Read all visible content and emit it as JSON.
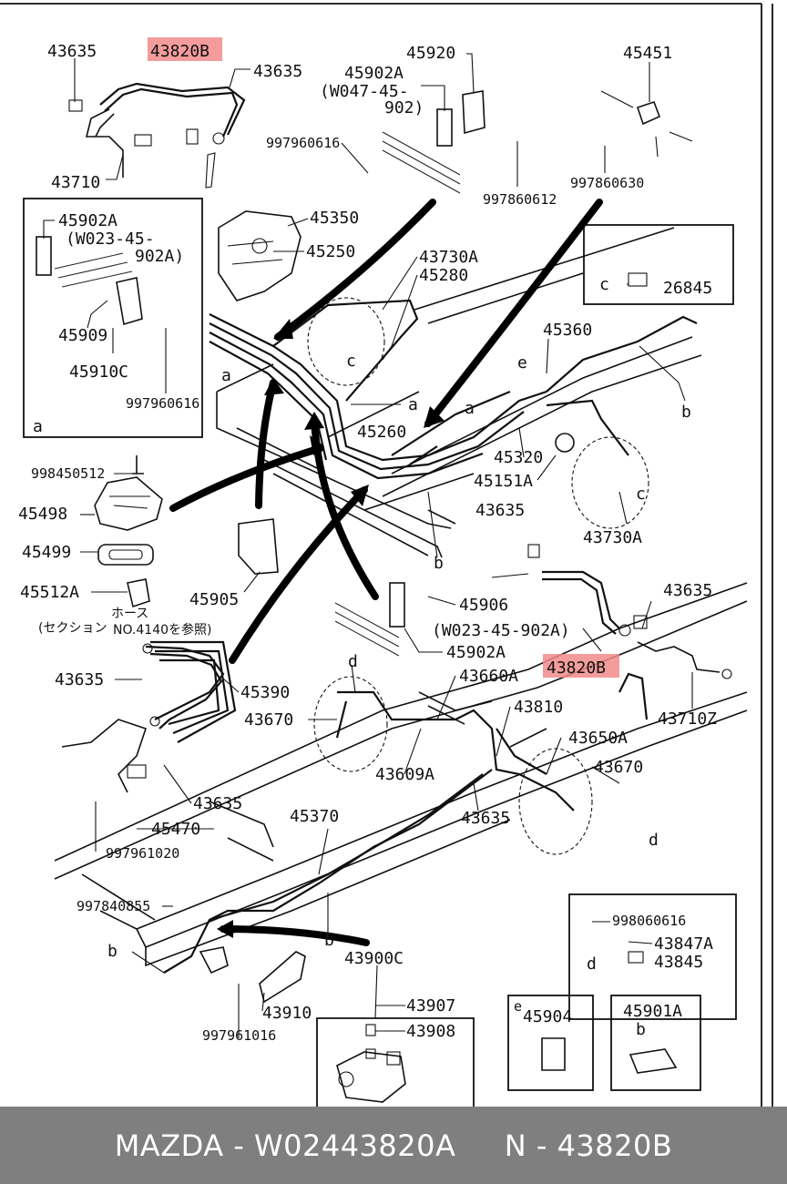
{
  "labels": {
    "l43635_a": "43635",
    "l43820b_top": "43820B",
    "l43635_b": "43635",
    "l43710": "43710",
    "l45920": "45920",
    "l45902a_top": "45902A",
    "l_w047_1": "(W047-45-",
    "l_w047_2": "902)",
    "l997960616_top": "997960616",
    "l997860612": "997860612",
    "l45451": "45451",
    "l997860630": "997860630",
    "l45902a_box": "45902A",
    "l_w023_1": "(W023-45-",
    "l_w023_2": "902A)",
    "l45909": "45909",
    "l45910c": "45910C",
    "l997960616_box": "997960616",
    "l_box_a": "a",
    "l45350": "45350",
    "l45250": "45250",
    "l43730a_top": "43730A",
    "l45280": "45280",
    "l_c1": "c",
    "l_a1": "a",
    "l_a2": "a",
    "l_c_box": "c",
    "l26845": "26845",
    "l45360": "45360",
    "l_e1": "e",
    "l_a3": "a",
    "l_b1": "b",
    "l45260": "45260",
    "l45320": "45320",
    "l45151a": "45151A",
    "l_c2": "c",
    "l43730a_r": "43730A",
    "l998450512": "998450512",
    "l45498": "45498",
    "l45499": "45499",
    "l45512a": "45512A",
    "l_hose_jp": "ホース",
    "l_section_jp": "(セクション",
    "l_ref_jp": "NO.4140を参照)",
    "l45905": "45905",
    "l_b2": "b",
    "l43635_m": "43635",
    "l45906": "45906",
    "l_w023b": "(W023-45-902A)",
    "l45902a_m": "45902A",
    "l43635_r": "43635",
    "l43820b_r": "43820B",
    "l43710z": "43710Z",
    "l43635_l": "43635",
    "l45390": "45390",
    "l_d1": "d",
    "l43660a": "43660A",
    "l43670_a": "43670",
    "l43810": "43810",
    "l43650a": "43650A",
    "l43609a": "43609A",
    "l43670_b": "43670",
    "l43635_c": "43635",
    "l43635_d": "43635",
    "l_d2": "d",
    "l45470": "45470",
    "l45370": "45370",
    "l997961020": "997961020",
    "l997840855": "997840855",
    "l_b3": "b",
    "l_b4": "b",
    "l43900c": "43900C",
    "l998060616": "998060616",
    "l43847a": "43847A",
    "l43845": "43845",
    "l_d_box": "d",
    "l43907": "43907",
    "l43908": "43908",
    "l43910": "43910",
    "l997961016": "997961016",
    "l_e_box": "e",
    "l45904": "45904",
    "l45901a": "45901A",
    "l_b_box": "b"
  },
  "highlight_color": "#f28b8b",
  "footer": {
    "text": "MAZDA - W02443820A     N - 43820B",
    "background": "#7f7f7f"
  }
}
